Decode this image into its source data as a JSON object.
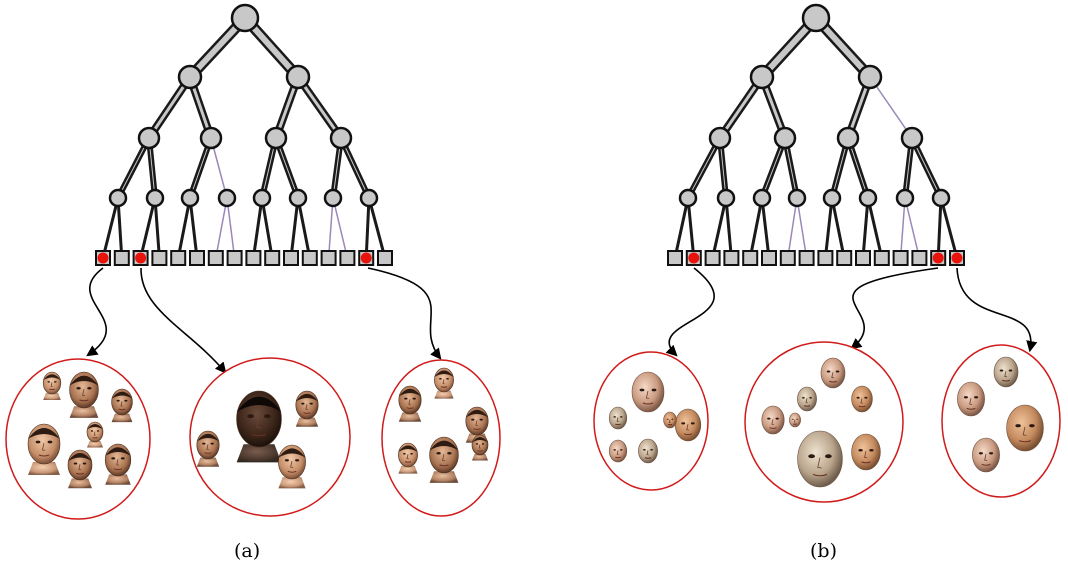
{
  "panels": [
    {
      "id": "a",
      "caption": "(a)",
      "tree": {
        "depth": 5,
        "selected_leaves": [
          0,
          2,
          14
        ],
        "leaf_count": 16
      },
      "thumbnail_style": "photo",
      "groups": [
        {
          "faces": 7
        },
        {
          "faces": 4
        },
        {
          "faces": 6
        }
      ]
    },
    {
      "id": "b",
      "caption": "(b)",
      "tree": {
        "depth": 5,
        "selected_leaves": [
          1,
          14,
          15
        ],
        "leaf_count": 16
      },
      "thumbnail_style": "rendered-3d",
      "groups": [
        {
          "faces": 6
        },
        {
          "faces": 7
        },
        {
          "faces": 4
        }
      ]
    }
  ],
  "colors": {
    "node_fill": "#c8c8c8",
    "node_stroke": "#111111",
    "edge": "#1a1a1a",
    "thin_edge": "#9a88b8",
    "selected_leaf": "#e8140c",
    "circle_outline": "#d11a1a",
    "arrow": "#000000"
  }
}
